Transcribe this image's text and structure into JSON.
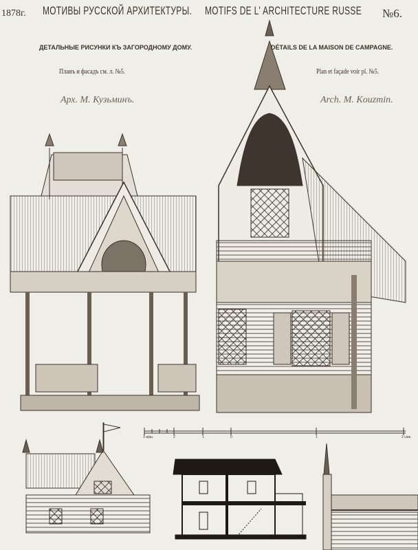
{
  "header": {
    "year": "1878г.",
    "title_ru": "МОТИВЫ РУССКОЙ АРХИТЕКТУРЫ.",
    "title_fr": "MOTIFS DE L' ARCHITECTURE RUSSE",
    "plate_number": "№6."
  },
  "subtitle": {
    "ru": "ДЕТАЛЬНЫЕ РИСУНКИ КЪ ЗАГОРОДНОМУ ДОМУ.",
    "fr": "DÉTAILS DE LA MAISON DE CAMPAGNE."
  },
  "reference": {
    "ru": "Планъ и фасадъ см. л. №5.",
    "fr": "Plan et façade voir pl. №5."
  },
  "architect": {
    "ru": "Арх. М. Кузьминъ.",
    "fr": "Arch. M. Kouzmin."
  },
  "scale_bar": {
    "labels": [
      "3 арш.",
      "2",
      "1",
      "0",
      "1",
      "2 саж."
    ]
  },
  "colors": {
    "paper": "#f0eee8",
    "ink": "#3a322a",
    "wash": "#8a7e70"
  }
}
